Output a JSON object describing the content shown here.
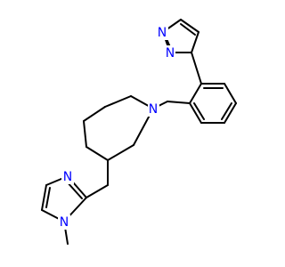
{
  "molecule": {
    "atoms": [
      {
        "id": "n_pip",
        "label": "N",
        "color": "#0000ff"
      },
      {
        "id": "n_pz1",
        "label": "N",
        "color": "#0000ff"
      },
      {
        "id": "n_pz2",
        "label": "N",
        "color": "#0000ff"
      },
      {
        "id": "n_im3",
        "label": "N",
        "color": "#0000ff"
      },
      {
        "id": "n_im1",
        "label": "N",
        "color": "#0000ff"
      }
    ]
  }
}
